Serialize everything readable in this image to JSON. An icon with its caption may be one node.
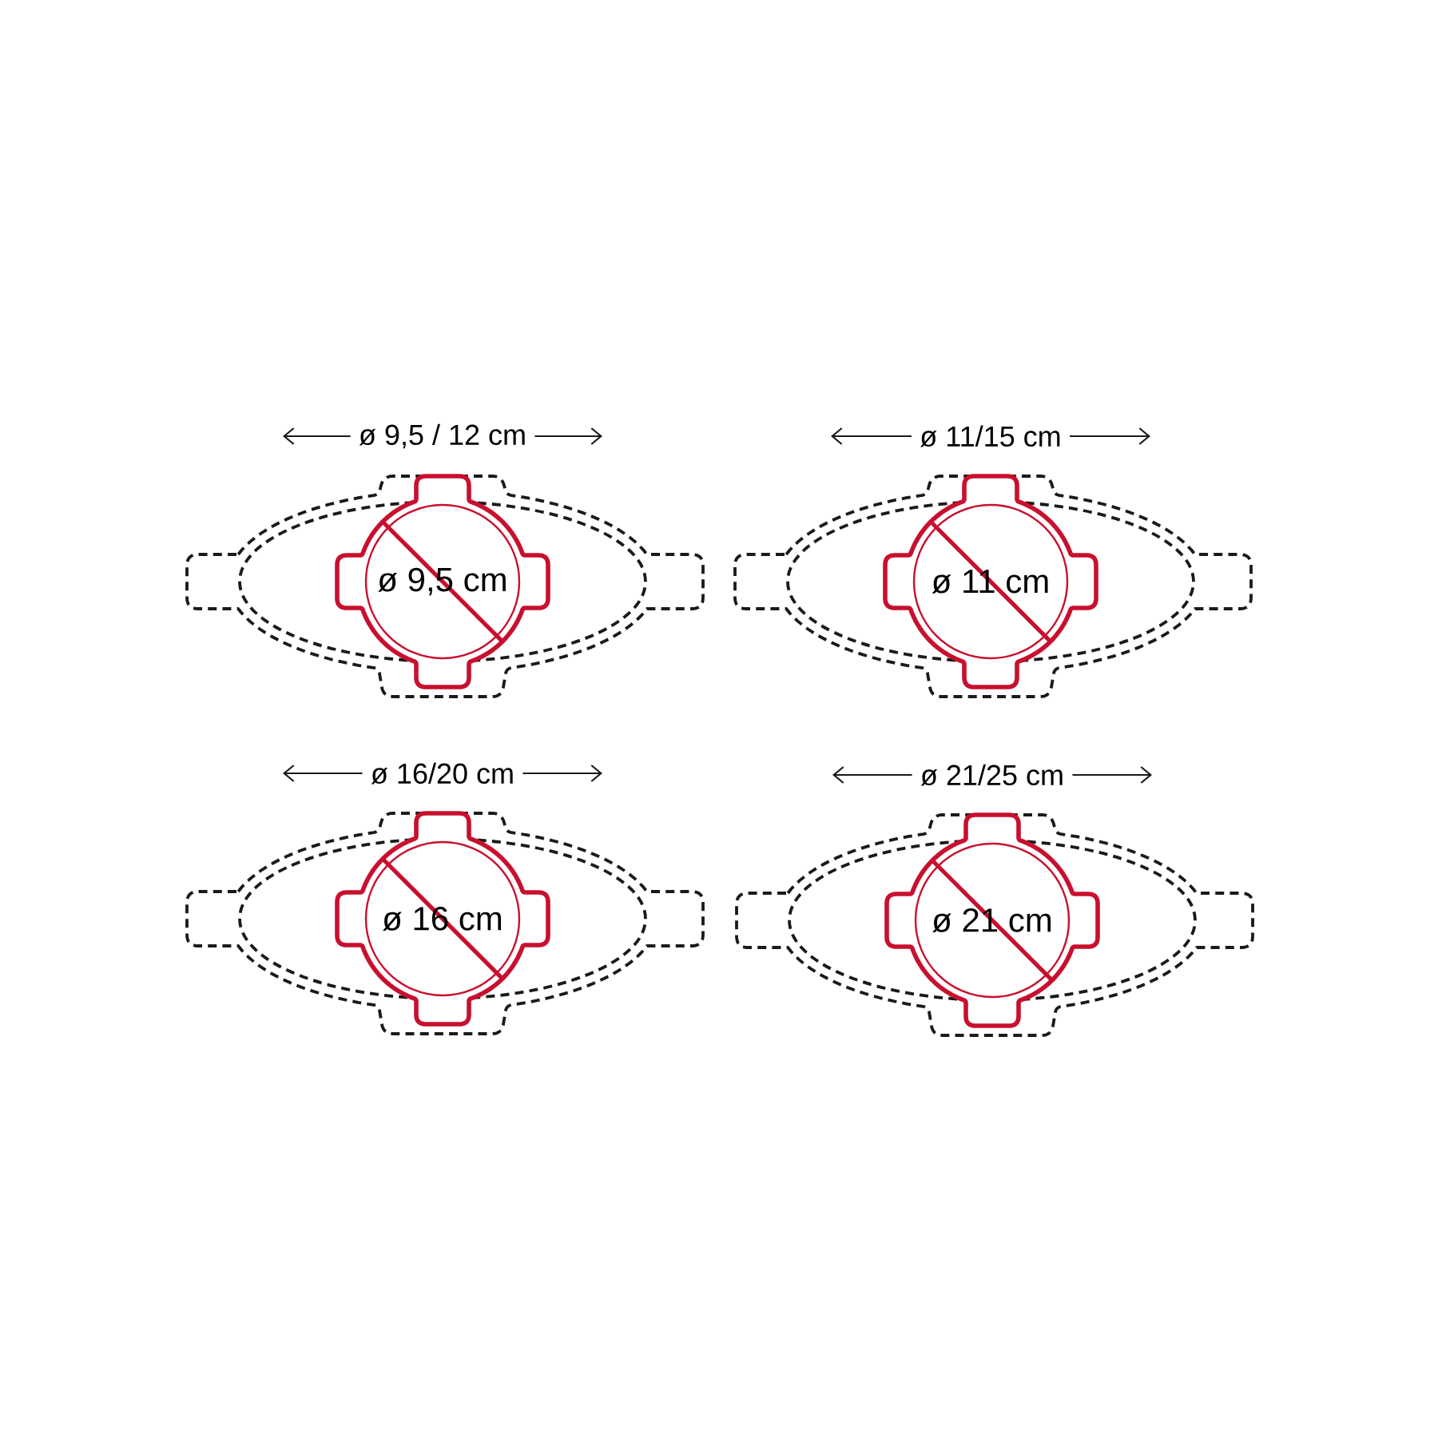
{
  "diagram": {
    "nodes": [
      {
        "text": [
          "ø 9,5 cm"
        ]
      },
      {
        "text": [
          "ø 11 cm"
        ]
      },
      {
        "text": [
          "ø 16 cm"
        ]
      },
      {
        "text": [
          "ø 21 cm"
        ]
      }
    ],
    "labels": [
      "ø 9,5 / 12 cm",
      "ø 11/15 cm",
      "ø 16/20 cm",
      "ø 21/25 cm"
    ]
  }
}
